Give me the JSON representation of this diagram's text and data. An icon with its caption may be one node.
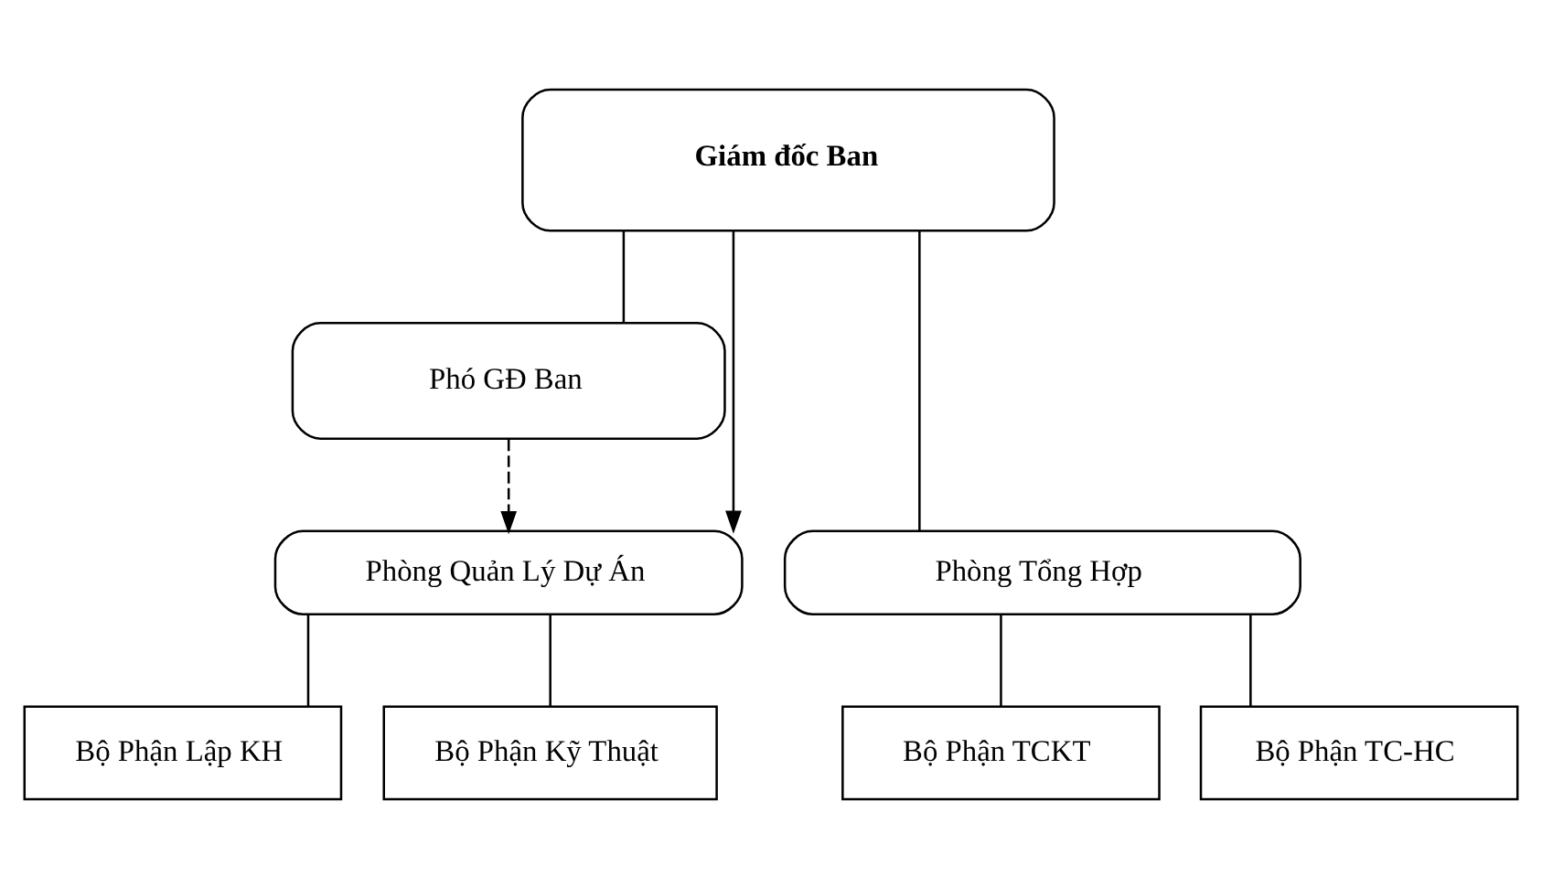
{
  "diagram": {
    "nodes": [
      {
        "text": [
          "Giám đốc Ban"
        ]
      },
      {
        "text": [
          "Phó GĐ Ban"
        ]
      },
      {
        "text": [
          "Phòng Tổng Hợp"
        ]
      },
      {
        "text": [
          "Phòng Quản Lý Dự Án"
        ]
      },
      {
        "text": [
          "Bộ Phận TCKT"
        ]
      },
      {
        "text": [
          "Bộ Phận TC-HC"
        ]
      },
      {
        "text": [
          "Bộ Phận Lập KH"
        ]
      },
      {
        "text": [
          "Bộ Phận Kỹ Thuật"
        ]
      }
    ],
    "edges": [
      {
        "from": 0,
        "to": 1,
        "arrow": "none"
      },
      {
        "from": 0,
        "to": 2,
        "arrow": "none"
      },
      {
        "from": 0,
        "to": 3,
        "arrow": "to"
      },
      {
        "from": 1,
        "to": 3,
        "arrow": "to",
        "style": "dashed"
      },
      {
        "from": 2,
        "to": 4,
        "arrow": "none"
      },
      {
        "from": 2,
        "to": 5,
        "arrow": "none"
      },
      {
        "from": 3,
        "to": 6,
        "arrow": "none"
      },
      {
        "from": 3,
        "to": 7,
        "arrow": "none"
      }
    ]
  }
}
